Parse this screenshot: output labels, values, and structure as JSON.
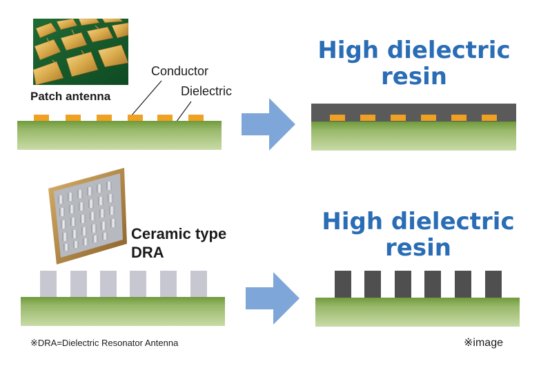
{
  "top": {
    "photo_label": "Patch antenna",
    "conductor_label": "Conductor",
    "dielectric_label": "Dielectric",
    "result_heading_line1": "High dielectric",
    "result_heading_line2": "resin"
  },
  "bottom": {
    "photo_label_line1": "Ceramic type",
    "photo_label_line2": "DRA",
    "result_heading_line1": "High dielectric",
    "result_heading_line2": "resin"
  },
  "footnote": "※DRA=Dielectric Resonator Antenna",
  "image_note": "※image",
  "colors": {
    "heading": "#2a6db5",
    "arrow": "#7ea6d8",
    "conductor": "#f0a023",
    "resin": "#5a5a5a",
    "ceramic": "#c7c7d1",
    "substrate": "#8aad5a"
  }
}
